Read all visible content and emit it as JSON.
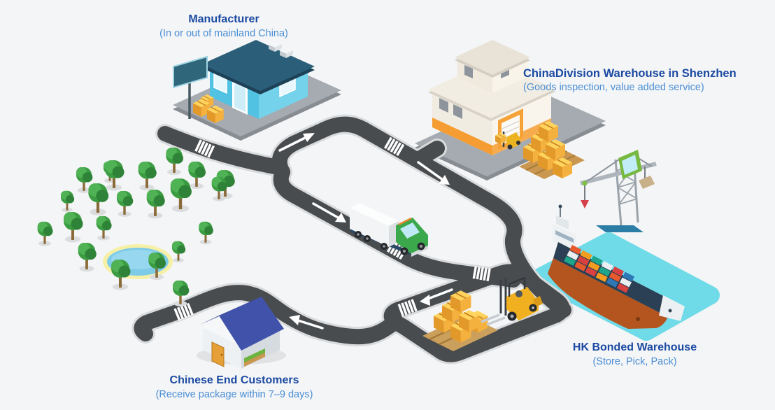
{
  "page": {
    "background": "#f4f5f6"
  },
  "palette": {
    "heading_blue": "#1b4aa2",
    "subtitle_blue": "#4a8ed6",
    "road_gray": "#494c4f",
    "road_edge": "#d9dadb",
    "water_cyan": "#6fdbe8",
    "platform_gray": "#a6abb1",
    "box_yellow": "#f2b01e",
    "tree_green": "#3c9c42",
    "roof_navy": "#2b5f79",
    "house_roof_blue": "#4152ab",
    "warehouse_orange": "#f59d33"
  },
  "labels": {
    "manufacturer": {
      "title": "Manufacturer",
      "subtitle": "(In or out of mainland China)"
    },
    "shenzhen_warehouse": {
      "title": "ChinaDivision Warehouse in Shenzhen",
      "subtitle": "(Goods inspection, value added service)"
    },
    "hk_warehouse": {
      "title": "HK Bonded Warehouse",
      "subtitle": "(Store, Pick, Pack)"
    },
    "end_customers": {
      "title": "Chinese End Customers",
      "subtitle": "(Receive package within 7–9 days)"
    }
  },
  "scene": {
    "icons": [
      {
        "name": "manufacturer-shop-icon"
      },
      {
        "name": "billboard-icon"
      },
      {
        "name": "shenzhen-warehouse-icon"
      },
      {
        "name": "pallet-boxes-icon"
      },
      {
        "name": "harbor-crane-icon"
      },
      {
        "name": "container-ship-icon"
      },
      {
        "name": "delivery-truck-icon"
      },
      {
        "name": "forklift-icon"
      },
      {
        "name": "box-stack-icon"
      },
      {
        "name": "customer-house-icon"
      },
      {
        "name": "trees-icon"
      },
      {
        "name": "pond-icon"
      },
      {
        "name": "road-network-icon"
      }
    ]
  }
}
